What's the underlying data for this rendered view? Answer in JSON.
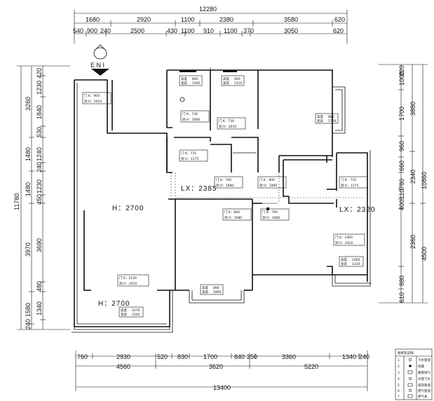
{
  "plan": {
    "top_total": "12280",
    "top_row1": [
      "1680",
      "2920",
      "1100",
      "2380",
      "3580",
      "620"
    ],
    "top_row2": [
      "540",
      "900",
      "240",
      "2500",
      "430",
      "1100",
      "910",
      "1100",
      "370",
      "3050",
      "620"
    ],
    "bottom_row1": [
      "760",
      "2930",
      "520",
      "830",
      "1700",
      "840",
      "250",
      "3360",
      "1340",
      "240"
    ],
    "bottom_row2": [
      "4560",
      "3620",
      "5220"
    ],
    "bottom_total": "13400",
    "left_total": "11780",
    "left_outer": [
      "3260",
      "1480",
      "1480",
      "3970",
      "1580",
      "240"
    ],
    "left_inner": [
      "420",
      "1230",
      "1840",
      "530",
      "1240",
      "240",
      "1230",
      "450",
      "3690",
      "480",
      "1340"
    ],
    "right_outer": [
      "10860",
      "4500"
    ],
    "right_mid": [
      "3880",
      "2340",
      "2360"
    ],
    "right_inner": [
      "1000",
      "220",
      "1700",
      "960",
      "660",
      "780",
      "110",
      "400",
      "880",
      "610"
    ],
    "compass": "E N I",
    "heights": [
      {
        "id": "h1",
        "text": "H：2700"
      },
      {
        "id": "h2",
        "text": "H：2700"
      }
    ],
    "lx": [
      {
        "id": "lx1",
        "text": "LX：2385"
      },
      {
        "id": "lx2",
        "text": "LX：2320"
      }
    ],
    "door_tags": [
      {
        "id": "d1",
        "w": "门 K：900",
        "h": "洞 H：2010"
      },
      {
        "id": "d2",
        "w": "门 K：730",
        "h": "洞 H：2000"
      },
      {
        "id": "d3",
        "w": "门 K：730",
        "h": "洞 H：2010"
      },
      {
        "id": "d4",
        "w": "门 K：735",
        "h": "洞 H：1175"
      },
      {
        "id": "d5",
        "w": "门 K：700",
        "h": "洞 H：1980"
      },
      {
        "id": "d6",
        "w": "门 K：800",
        "h": "洞 H：1990"
      },
      {
        "id": "d7",
        "w": "门 K：735",
        "h": "洞 H：1175"
      },
      {
        "id": "d8",
        "w": "门 K：800",
        "h": "洞 H：1980"
      },
      {
        "id": "d9",
        "w": "门 K：700",
        "h": "洞 H：1980"
      },
      {
        "id": "d10",
        "w": "门 K：2460",
        "h": "洞 H：2310"
      },
      {
        "id": "d11",
        "w": "门 K：2130",
        "h": "洞 H：2010"
      }
    ],
    "window_tags": [
      {
        "id": "w1",
        "a": "高度",
        "av": "890",
        "b": "宽高",
        "bv": "1905"
      },
      {
        "id": "w2",
        "a": "高度",
        "av": "900",
        "b": "宽高",
        "bv": "1410"
      },
      {
        "id": "w3",
        "a": "高度",
        "av": "880",
        "b": "宽高",
        "bv": "1700"
      },
      {
        "id": "w4",
        "a": "高度",
        "av": "1065",
        "b": "宽高",
        "bv": "1320"
      },
      {
        "id": "w5",
        "a": "高度",
        "av": "890",
        "b": "宽高",
        "bv": "1890"
      },
      {
        "id": "w6",
        "a": "高度",
        "av": "1070",
        "b": "宽高",
        "bv": "1340"
      }
    ],
    "legend": {
      "title": "图例及说明:",
      "items": [
        {
          "sym": "1",
          "text": "下水管道"
        },
        {
          "sym": "2",
          "text": "地漏"
        },
        {
          "sym": "3",
          "text": "暖管排气"
        },
        {
          "sym": "4",
          "text": "水管下水"
        },
        {
          "sym": "5",
          "text": "排风管道"
        },
        {
          "sym": "6",
          "text": "燃气管道"
        },
        {
          "sym": "7",
          "text": "燃气表"
        }
      ]
    }
  }
}
